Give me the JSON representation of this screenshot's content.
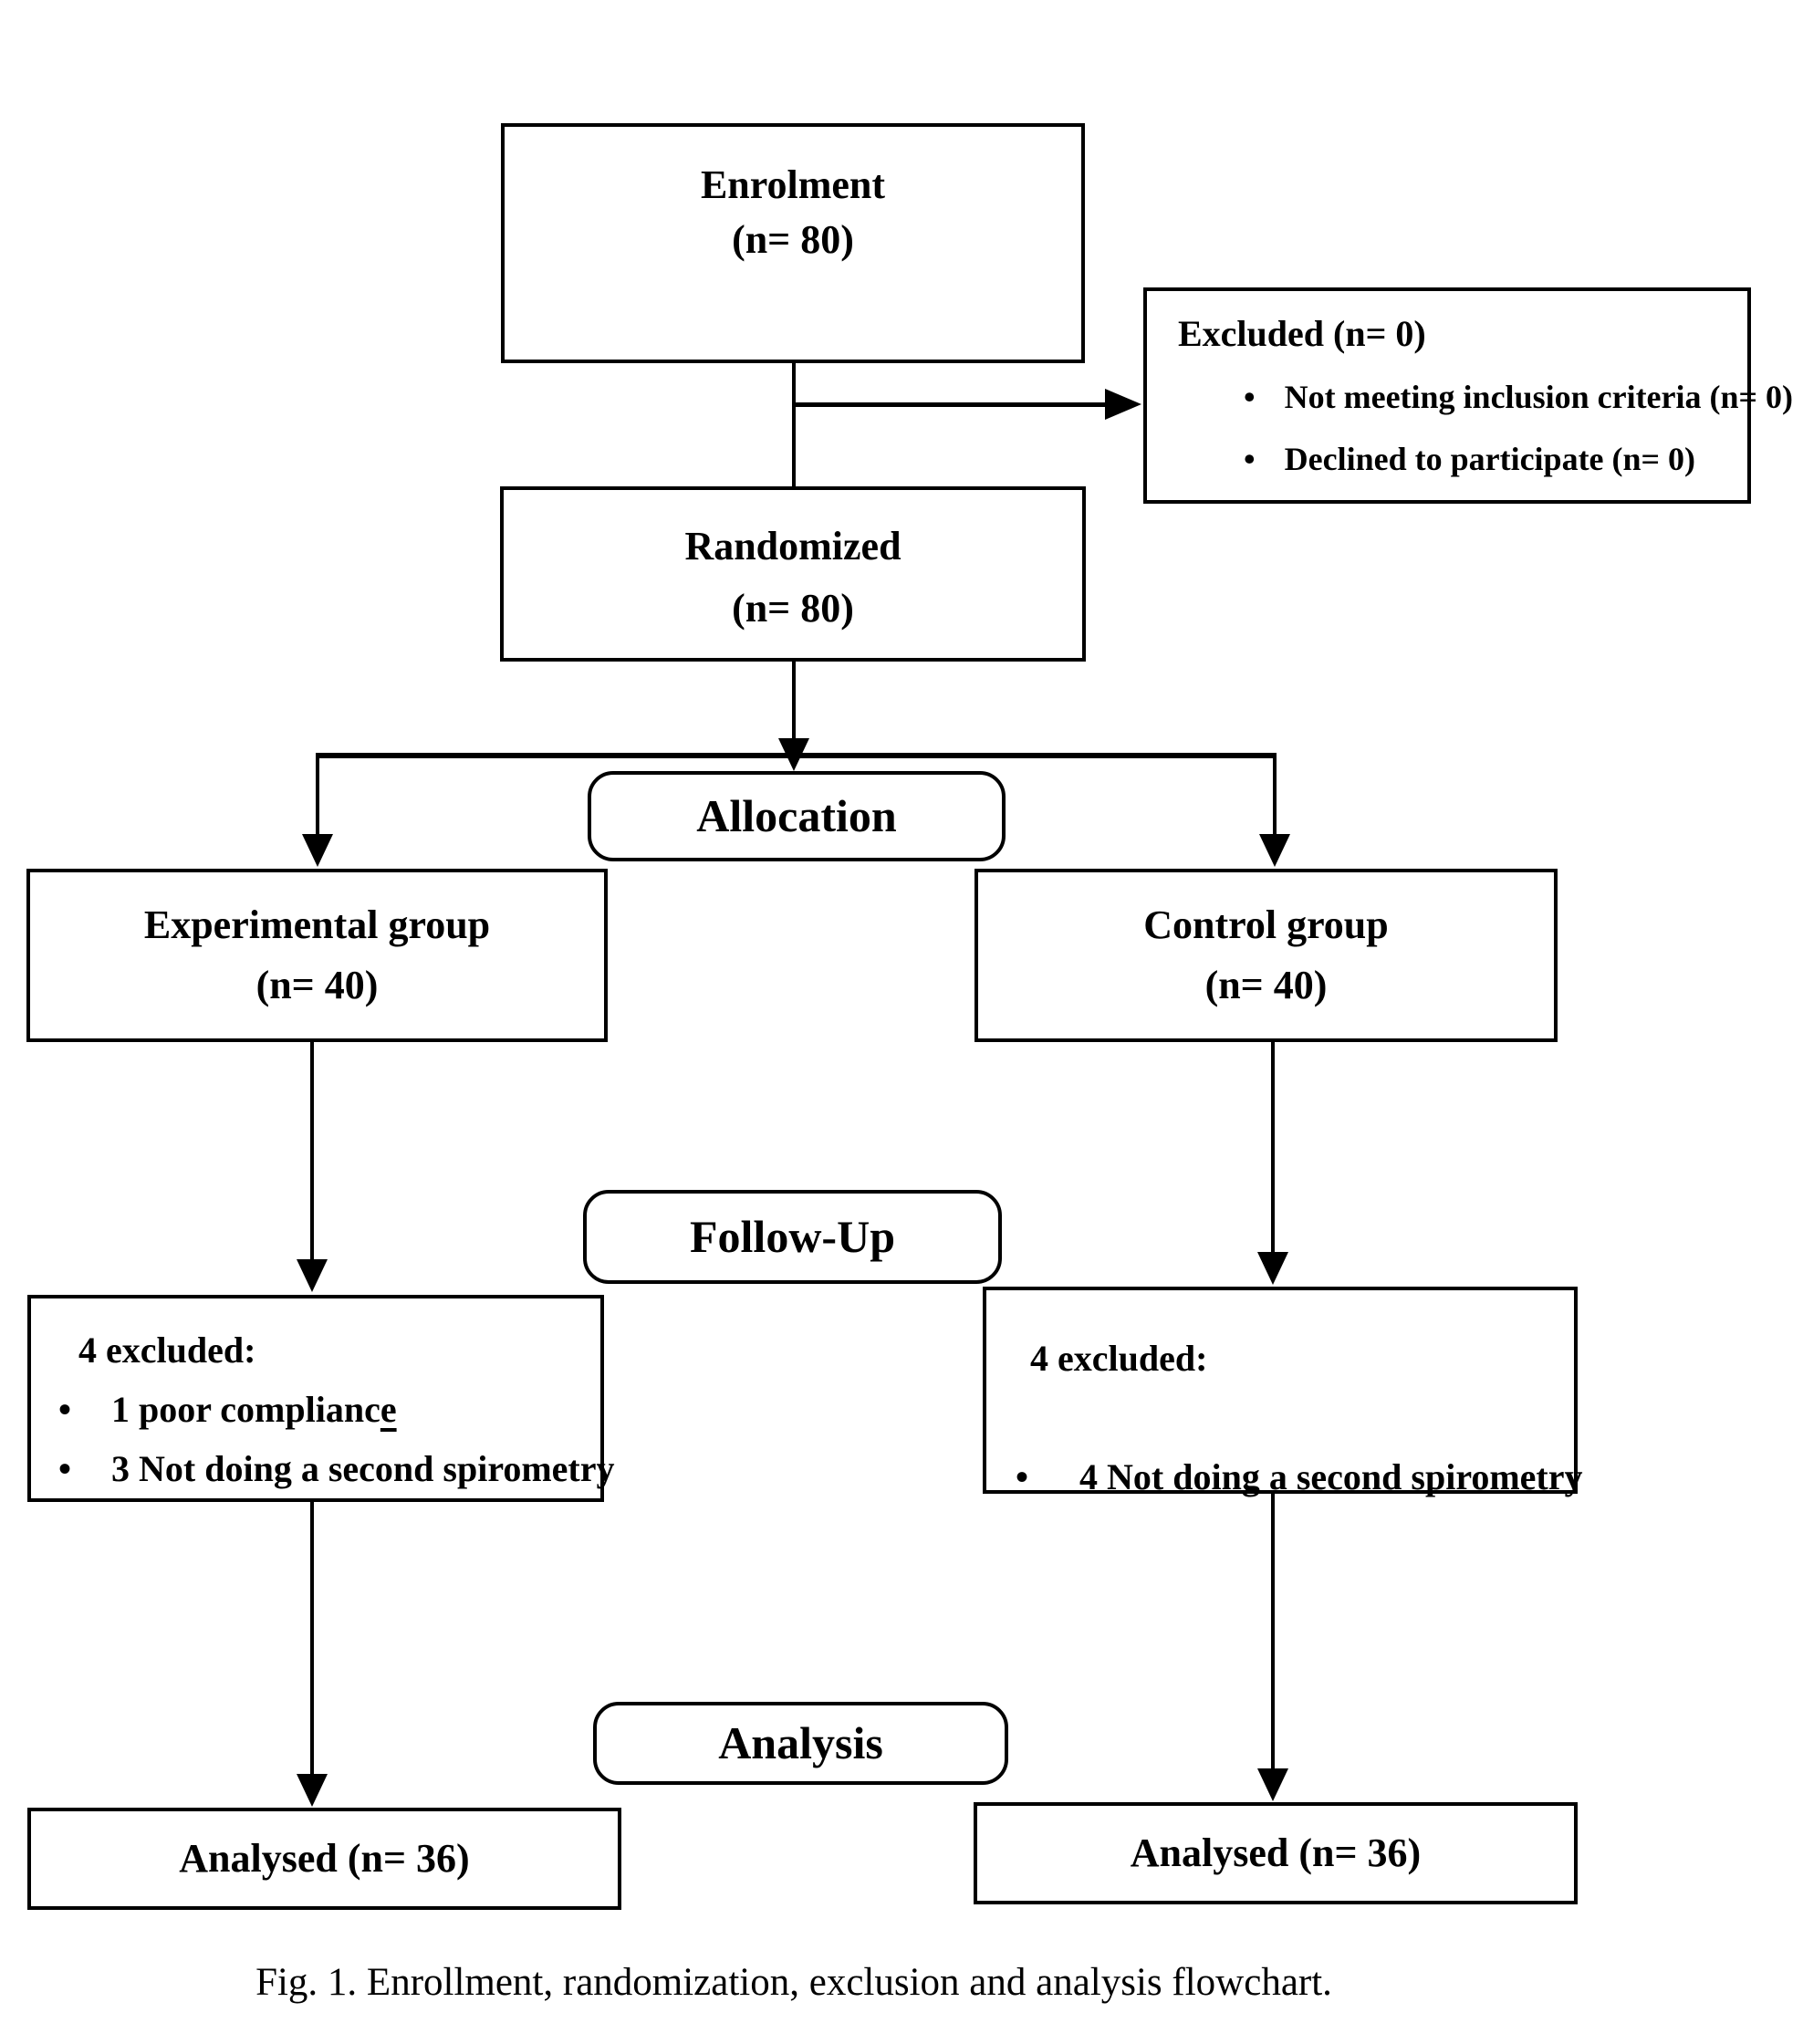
{
  "flowchart": {
    "bullet_glyph": "•",
    "enrolment": {
      "title": "Enrolment",
      "count": "(n= 80)"
    },
    "excluded_enrolment": {
      "title": "Excluded (n= 0)",
      "bullet1": "Not meeting inclusion criteria (n= 0)",
      "bullet2": "Declined to participate (n= 0)"
    },
    "randomized": {
      "title": "Randomized",
      "count": "(n= 80)"
    },
    "allocation": {
      "label": "Allocation"
    },
    "experimental": {
      "title": "Experimental group",
      "count": "(n= 40)"
    },
    "control": {
      "title": "Control group",
      "count": "(n= 40)"
    },
    "followup": {
      "label": "Follow-Up"
    },
    "excluded_experimental": {
      "title": "4 excluded:",
      "bullet1_main": "1 poor complianc",
      "bullet1_underlined": "e",
      "bullet2": "3 Not doing a second spirometry"
    },
    "excluded_control": {
      "title": "4 excluded:",
      "bullet1": "4 Not doing a second spirometry"
    },
    "analysis": {
      "label": "Analysis"
    },
    "analysed_experimental": {
      "label": "Analysed (n= 36)"
    },
    "analysed_control": {
      "label": "Analysed (n= 36)"
    }
  },
  "caption": "Fig. 1. Enrollment, randomization, exclusion and analysis flowchart.",
  "colors": {
    "ink": "#000000",
    "paper": "#ffffff"
  }
}
